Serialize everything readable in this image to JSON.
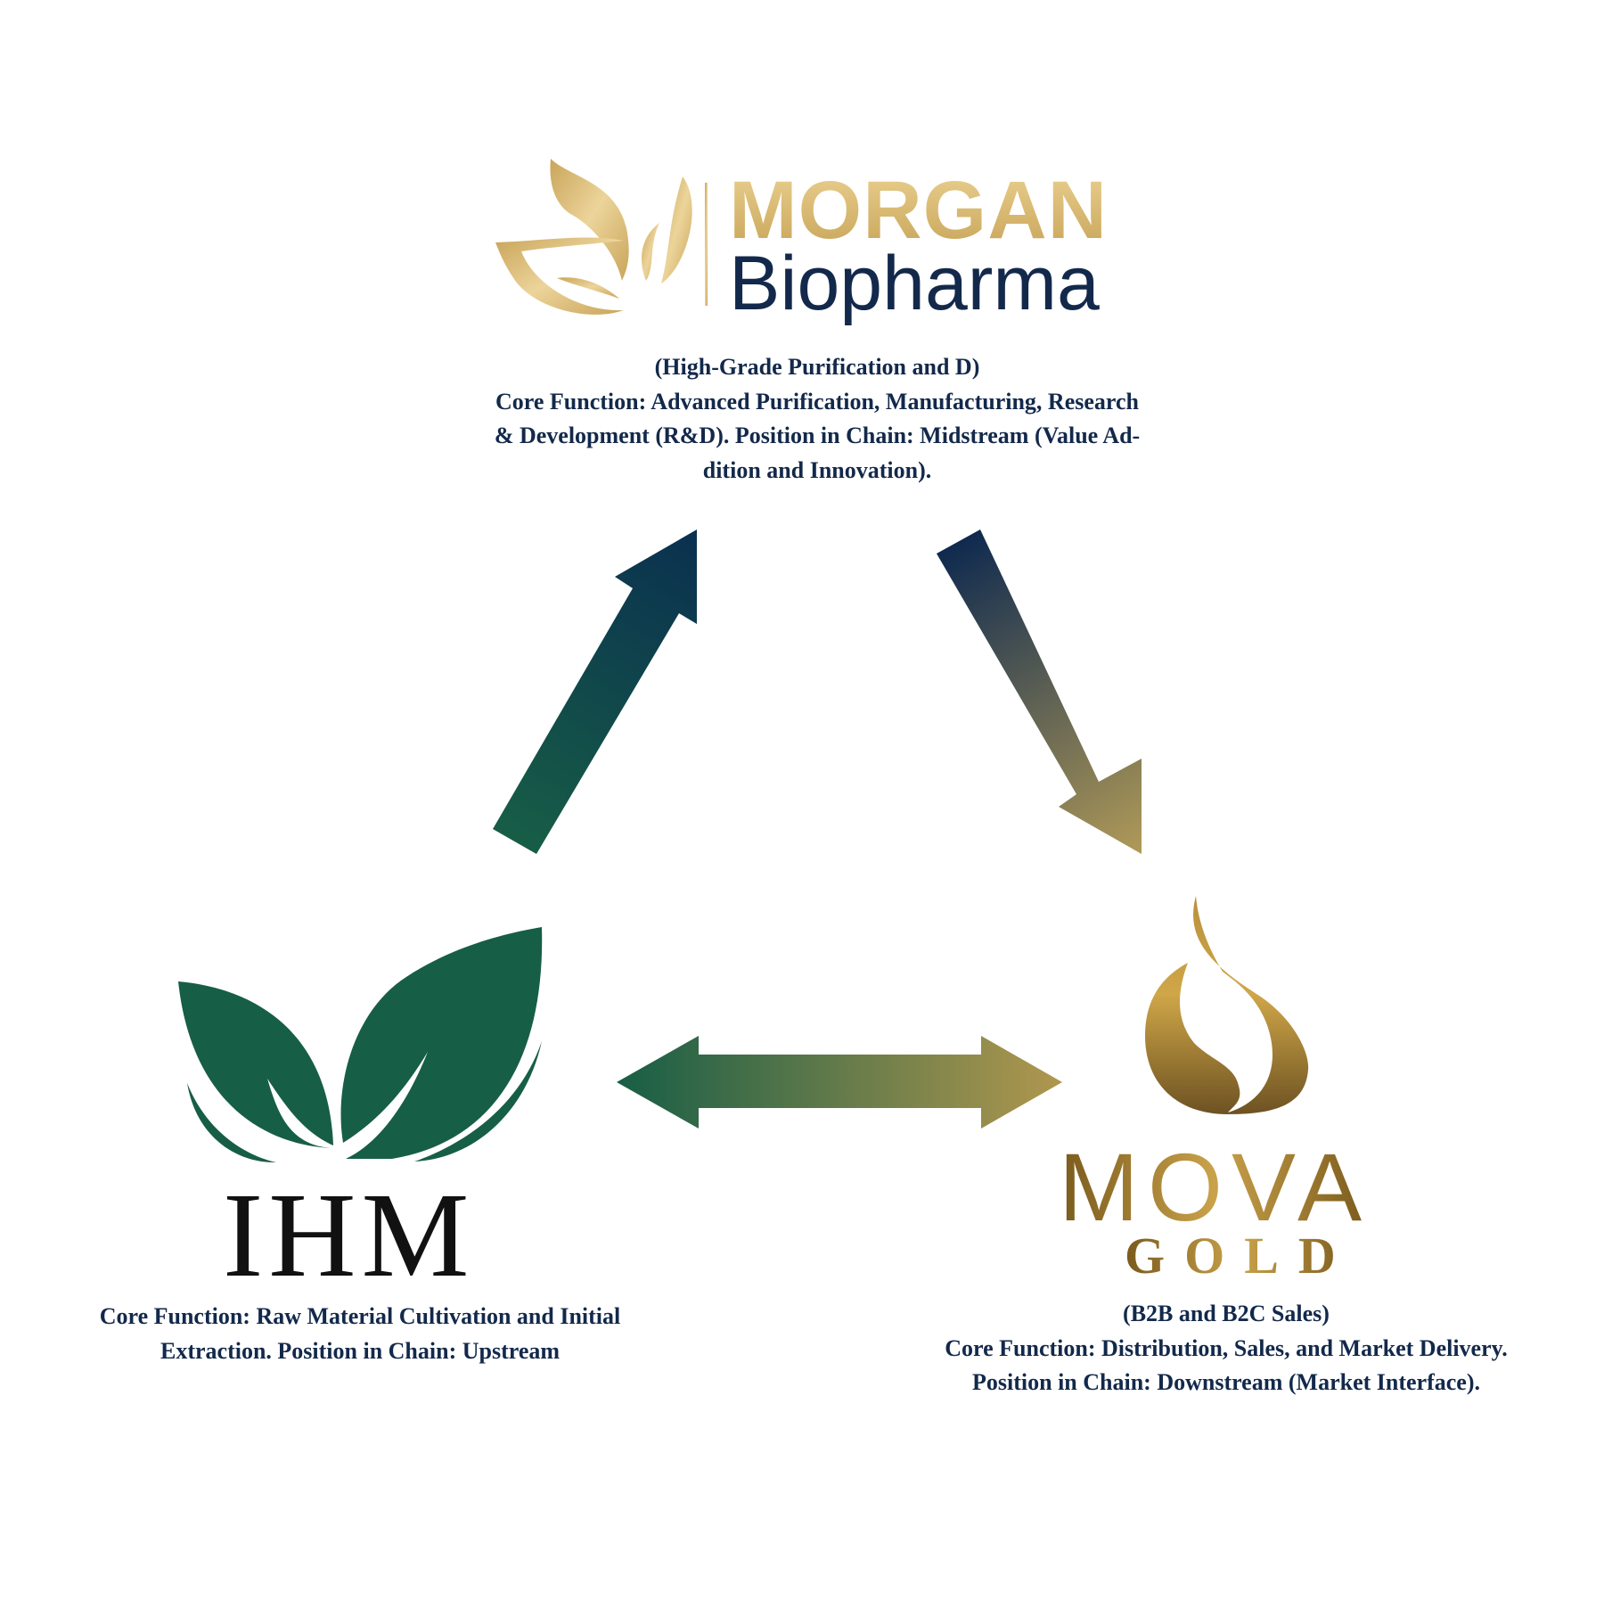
{
  "morgan": {
    "logo_title": "MORGAN",
    "logo_subtitle": "Biopharma",
    "description": [
      "(High-Grade Purification and D)",
      "Core Function: Advanced Purification, Manufacturing, Research",
      "& Development (R&D). Position in Chain: Midstream (Value Ad-",
      "dition and Innovation)."
    ]
  },
  "ihm": {
    "logo_title": "IHM",
    "description": [
      "Core Function: Raw Material Cultivation and Initial",
      "Extraction. Position in Chain: Upstream"
    ]
  },
  "mova": {
    "logo_title": "MOVA",
    "logo_subtitle": "GOLD",
    "description": [
      "(B2B and B2C Sales)",
      "Core Function: Distribution, Sales, and Market Delivery.",
      "Position in Chain: Downstream (Market Interface)."
    ]
  },
  "colors": {
    "navy": "#13294b",
    "green": "#175e46",
    "gold": "#c9a24a"
  }
}
